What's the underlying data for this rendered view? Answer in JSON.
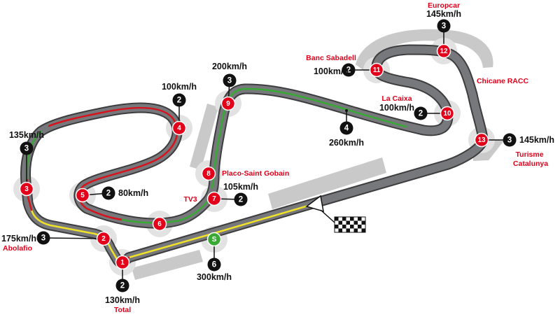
{
  "colors": {
    "track": "#77787b",
    "track_edge": "#3d3d3f",
    "runoff": "#c9c9c9",
    "halo": "#e2e2e2",
    "turn_marker": "#e2001a",
    "gear_badge": "#111111",
    "start_marker": "#3aa935",
    "full_throttle": "#39a935",
    "braking": "#d6141e",
    "medium": "#efe12a",
    "sponsor_text": "#e2001a"
  },
  "corners": [
    {
      "turn": "1",
      "gear": "2",
      "speed": "130km/h",
      "sponsor": "Total"
    },
    {
      "turn": "2",
      "gear": "3",
      "speed": "175km/h",
      "sponsor": "Abolafio"
    },
    {
      "turn": "3",
      "gear": "3",
      "speed": "135km/h",
      "sponsor": ""
    },
    {
      "turn": "4",
      "gear": "2",
      "speed": "100km/h",
      "sponsor": ""
    },
    {
      "turn": "5",
      "gear": "2",
      "speed": "80km/h",
      "sponsor": ""
    },
    {
      "turn": "6",
      "gear": "",
      "speed": "",
      "sponsor": ""
    },
    {
      "turn": "7",
      "gear": "2",
      "speed": "105km/h",
      "sponsor": "TV3"
    },
    {
      "turn": "8",
      "gear": "",
      "speed": "",
      "sponsor": "Placo-Saint Gobain"
    },
    {
      "turn": "9",
      "gear": "3",
      "speed": "200km/h",
      "sponsor": ""
    },
    {
      "turn": "10",
      "gear": "2",
      "speed": "100km/h",
      "sponsor": "La Caixa"
    },
    {
      "turn": "11",
      "gear": "2",
      "speed": "100km/h",
      "sponsor": "Banc Sabadell"
    },
    {
      "turn": "12",
      "gear": "3",
      "speed": "145km/h",
      "sponsor": "Europcar"
    },
    {
      "turn": "13",
      "gear": "3",
      "speed": "145km/h",
      "sponsor": "Turisme Catalunya"
    }
  ],
  "chicane_sponsor": "Chicane RACC",
  "start": {
    "label": "S",
    "gear": "6",
    "speed": "300km/h"
  },
  "back_straight": {
    "gear": "4",
    "speed": "260km/h"
  }
}
